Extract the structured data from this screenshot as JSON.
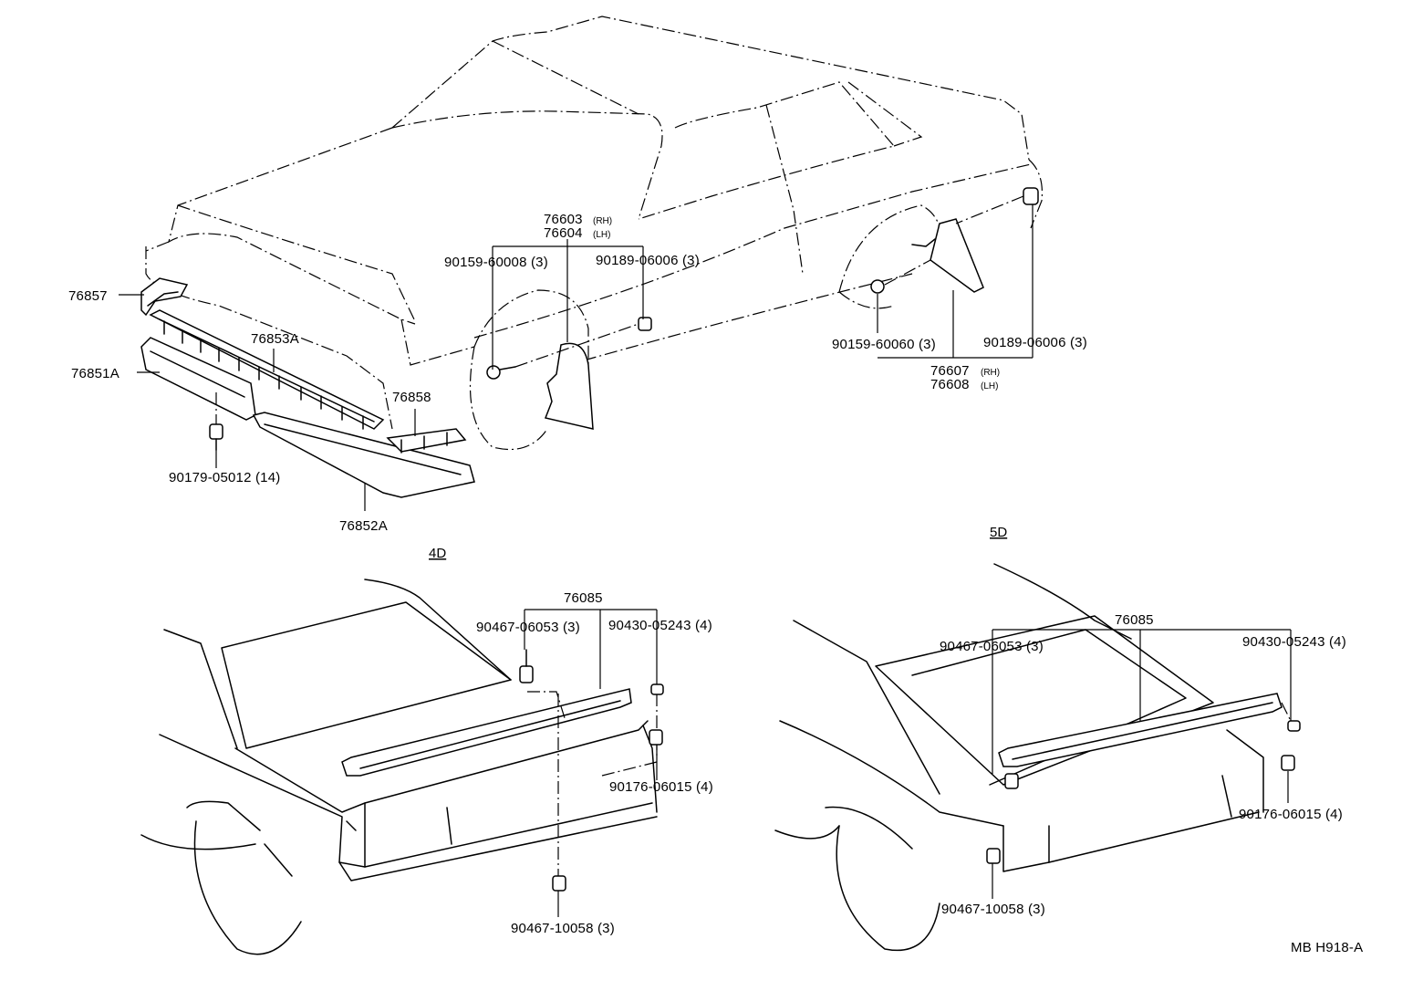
{
  "sections": {
    "four_door": "4D",
    "five_door": "5D"
  },
  "drawing_code": "MB H918-A",
  "parts": {
    "p76857": "76857",
    "p76853A": "76853A",
    "p76851A": "76851A",
    "p76858": "76858",
    "p90179": "90179-05012 (14)",
    "p76852A": "76852A",
    "p76603": "76603",
    "p76604": "76604",
    "rh": "(RH)",
    "lh": "(LH)",
    "p90159_60008": "90159-60008 (3)",
    "p90189_front": "90189-06006 (3)",
    "p90159_60060": "90159-60060 (3)",
    "p90189_rear": "90189-06006 (3)",
    "p76607": "76607",
    "p76608": "76608",
    "p76085": "76085",
    "p90467_06053": "90467-06053 (3)",
    "p90430_05243": "90430-05243 (4)",
    "p90176_06015": "90176-06015 (4)",
    "p90467_10058": "90467-10058 (3)"
  }
}
